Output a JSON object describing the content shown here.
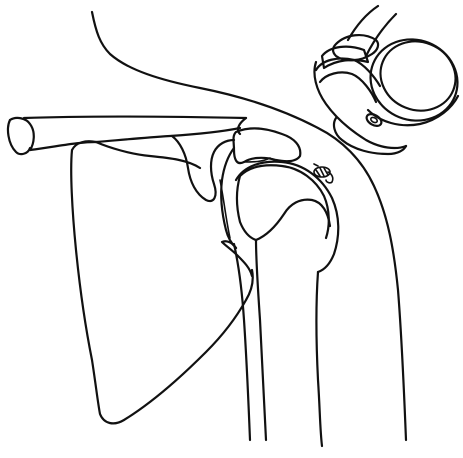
{
  "illustration": {
    "subject": "shoulder-joint-line-drawing",
    "style": "black-ink-line-art",
    "colors": {
      "background": "#ffffff",
      "ink": "#111111"
    },
    "parts": [
      "body-contour",
      "clavicle",
      "acromion",
      "coracoid-process",
      "scapula",
      "humeral-head",
      "humeral-shaft",
      "ultrasound-probe",
      "target-marker"
    ]
  }
}
